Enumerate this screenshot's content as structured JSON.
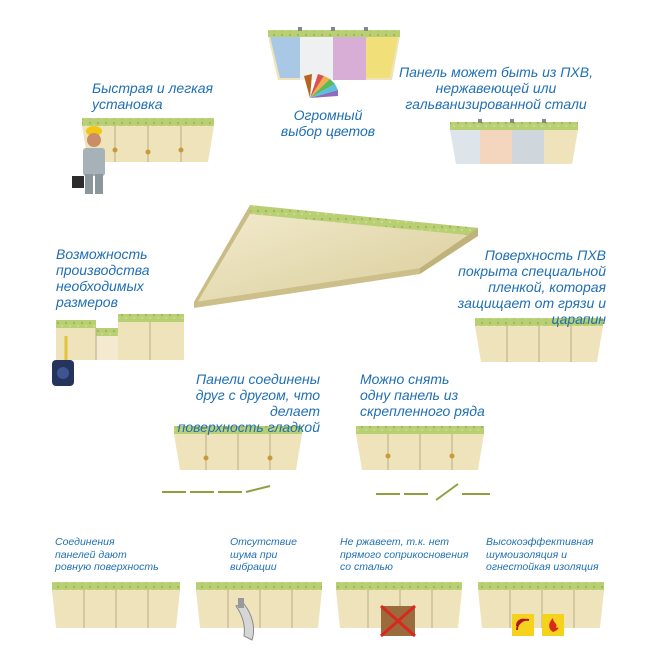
{
  "captions": {
    "colors": "Огромный\nвыбор цветов",
    "install": "Быстрая и легкая\nустановка",
    "material": "Панель может быть из ПХВ,\nнержавеющей или\nгальванизированной стали",
    "sizes": "Возможность\nпроизводства\nнеобходимых\nразмеров",
    "surface": "Поверхность ПХВ\nпокрыта специальной\nпленкой, которая\nзащищает от грязи и царапин",
    "joined": "Панели соединены\nдруг с другом, что делает\nповерхность гладкой",
    "remove": "Можно снять\nодну панель из\nскрепленного ряда",
    "joints": "Соединения\nпанелей дают\nровную поверхность",
    "noise": "Отсутствие\nшума при\nвибрации",
    "rust": "Не ржавеет, т.к. нет\nпрямого соприкосновения\nсо сталью",
    "insulation": "Высокоэффективная\nшумоизоляция и\nогнестойкая изоляция"
  },
  "colors": {
    "caption_blue": "#1f6fb4",
    "insulation_green": "#b8cf73",
    "panel_cream": "#eee3ba",
    "swatch_blue": "#a9c8e6",
    "swatch_pink": "#d8aed6",
    "swatch_yellow": "#f1e07a",
    "badge_yellow": "#f5d21c",
    "badge_red": "#d9281e"
  }
}
